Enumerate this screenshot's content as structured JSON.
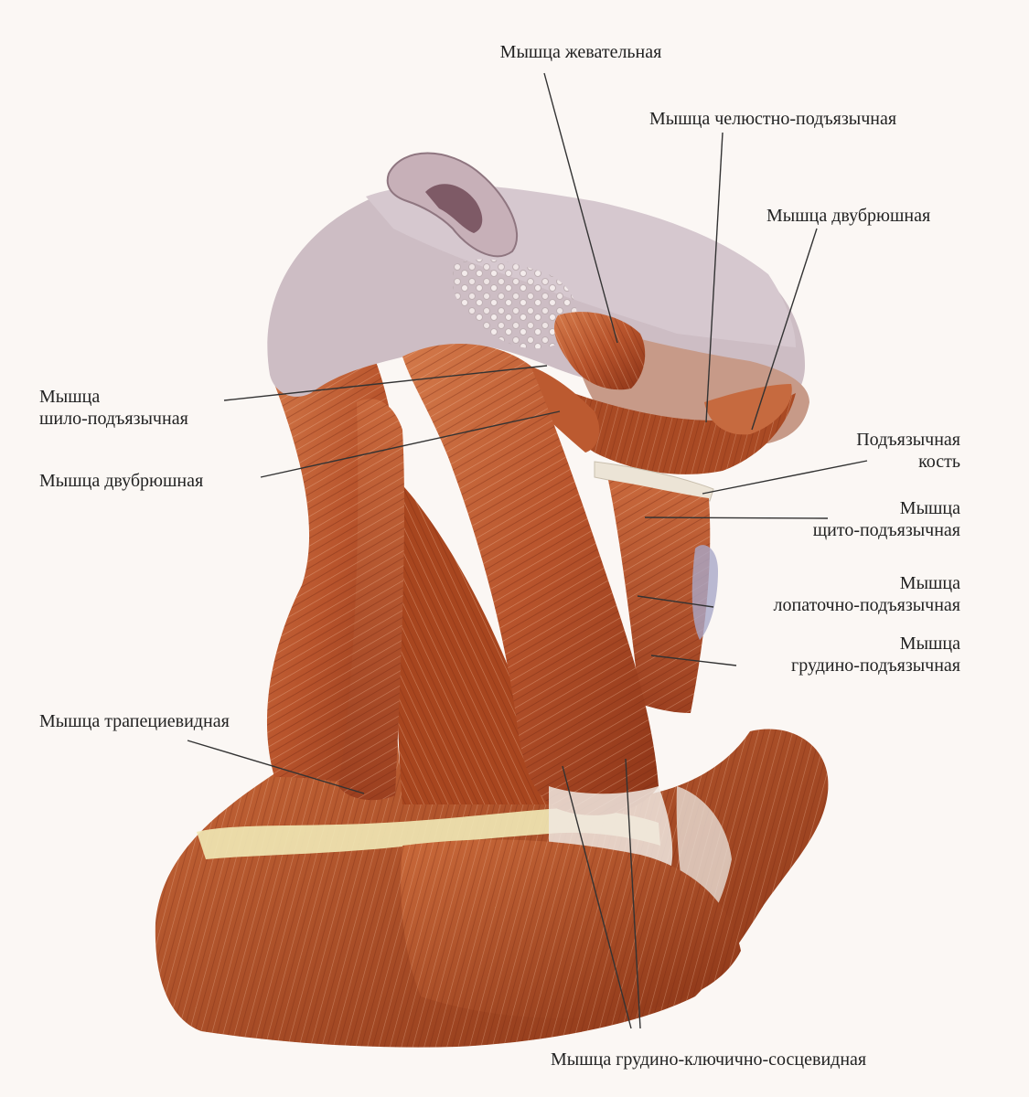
{
  "colors": {
    "background": "#fbf7f4",
    "muscle": "#b8542c",
    "muscle_dark": "#7a2a14",
    "muscle_light": "#d98a5a",
    "tendon": "#f0e6dc",
    "skin": "#cdbdc4",
    "fat": "#e7dfcf",
    "leader": "#333333"
  },
  "labels": [
    {
      "id": "masseter",
      "text": "Мышца жевательная"
    },
    {
      "id": "mylohyoid",
      "text": "Мышца челюстно-подъязычная"
    },
    {
      "id": "digastric_right",
      "text": "Мышца двубрюшная"
    },
    {
      "id": "stylohyoid",
      "text": "Мышца\nшило-подъязычная"
    },
    {
      "id": "digastric_left",
      "text": "Мышца двубрюшная"
    },
    {
      "id": "hyoid",
      "text": "Подъязычная\nкость"
    },
    {
      "id": "thyrohyoid",
      "text": "Мышца\nщито-подъязычная"
    },
    {
      "id": "omohyoid",
      "text": "Мышца\nлопаточно-подъязычная"
    },
    {
      "id": "sternohyoid",
      "text": "Мышца\nгрудино-подъязычная"
    },
    {
      "id": "trapezius",
      "text": "Мышца трапециевидная"
    },
    {
      "id": "scm",
      "text": "Мышца грудино-ключично-сосцевидная"
    }
  ],
  "icons": {
    "ear": "ear-shape",
    "parotid": "gland-cluster"
  }
}
